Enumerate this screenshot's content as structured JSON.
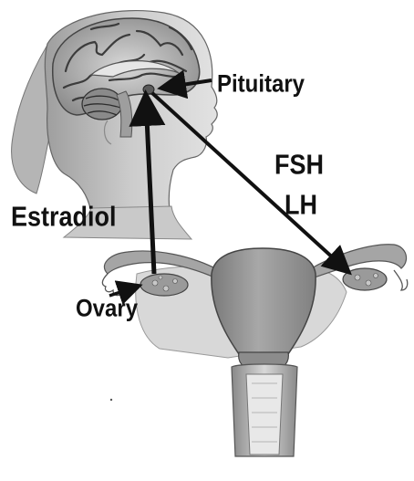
{
  "labels": {
    "pituitary": "Pituitary",
    "fsh": "FSH",
    "lh": "LH",
    "estradiol": "Estradiol",
    "ovary": "Ovary"
  },
  "colors": {
    "arrow": "#111111",
    "tissue_dark": "#6f6f6f",
    "tissue_mid": "#9a9a9a",
    "tissue_light": "#cfcfcf",
    "skin": "#c4c4c4"
  }
}
